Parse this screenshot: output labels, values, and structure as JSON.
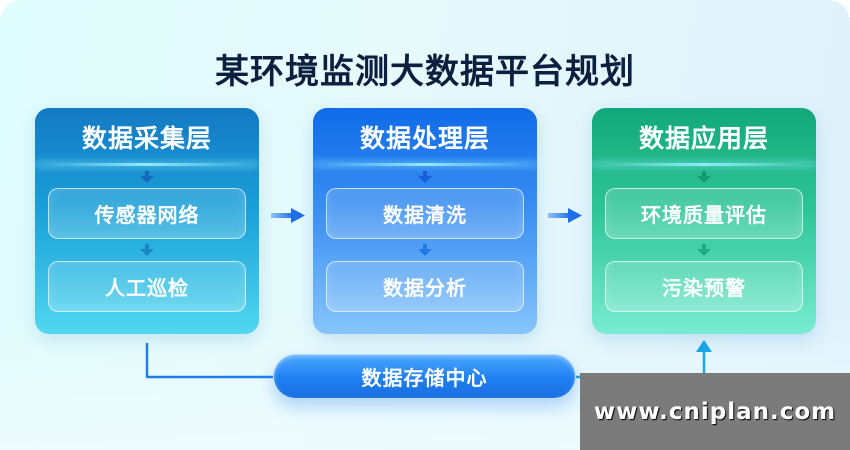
{
  "title": "某环境监测大数据平台规划",
  "layers": [
    {
      "heading": "数据采集层",
      "items": [
        "传感器网络",
        "人工巡检"
      ],
      "colors": {
        "top": "#1379c3",
        "bottom": "#52d7ef"
      }
    },
    {
      "heading": "数据处理层",
      "items": [
        "数据清洗",
        "数据分析"
      ],
      "colors": {
        "top": "#0f6be8",
        "bottom": "#86c4fb"
      }
    },
    {
      "heading": "数据应用层",
      "items": [
        "环境质量评估",
        "污染预警"
      ],
      "colors": {
        "top": "#13a87a",
        "bottom": "#79ecd0"
      }
    }
  ],
  "storage": {
    "label": "数据存储中心",
    "color": "#1f7ff0"
  },
  "flow": {
    "arrows": [
      "数据采集层 → 数据处理层",
      "数据处理层 → 数据应用层",
      "数据采集层 → 数据存储中心 → 数据应用层"
    ],
    "arrow_color": "#1f7ff0"
  },
  "watermark": {
    "text": "www.cniplan.com"
  }
}
